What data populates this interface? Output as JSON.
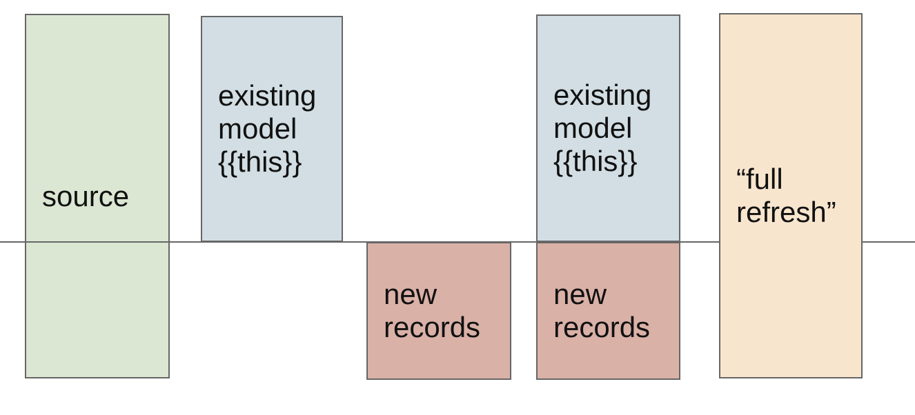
{
  "diagram": {
    "background": "#ffffff",
    "border_color": "#666666",
    "text_color": "#111111",
    "axis_line": {
      "color": "#666666"
    },
    "boxes": {
      "source": {
        "label": "source",
        "fill": "#dbe6d3"
      },
      "existing_model_1": {
        "label": "existing\nmodel\n{{this}}",
        "fill": "#d2dee3"
      },
      "new_records_1": {
        "label": "new\nrecords",
        "fill": "#dab1a7"
      },
      "existing_model_2": {
        "label": "existing\nmodel\n{{this}}",
        "fill": "#d2dee3"
      },
      "new_records_2": {
        "label": "new\nrecords",
        "fill": "#dab1a7"
      },
      "full_refresh": {
        "label": "“full\nrefresh”",
        "fill": "#f8e5ce"
      }
    }
  }
}
